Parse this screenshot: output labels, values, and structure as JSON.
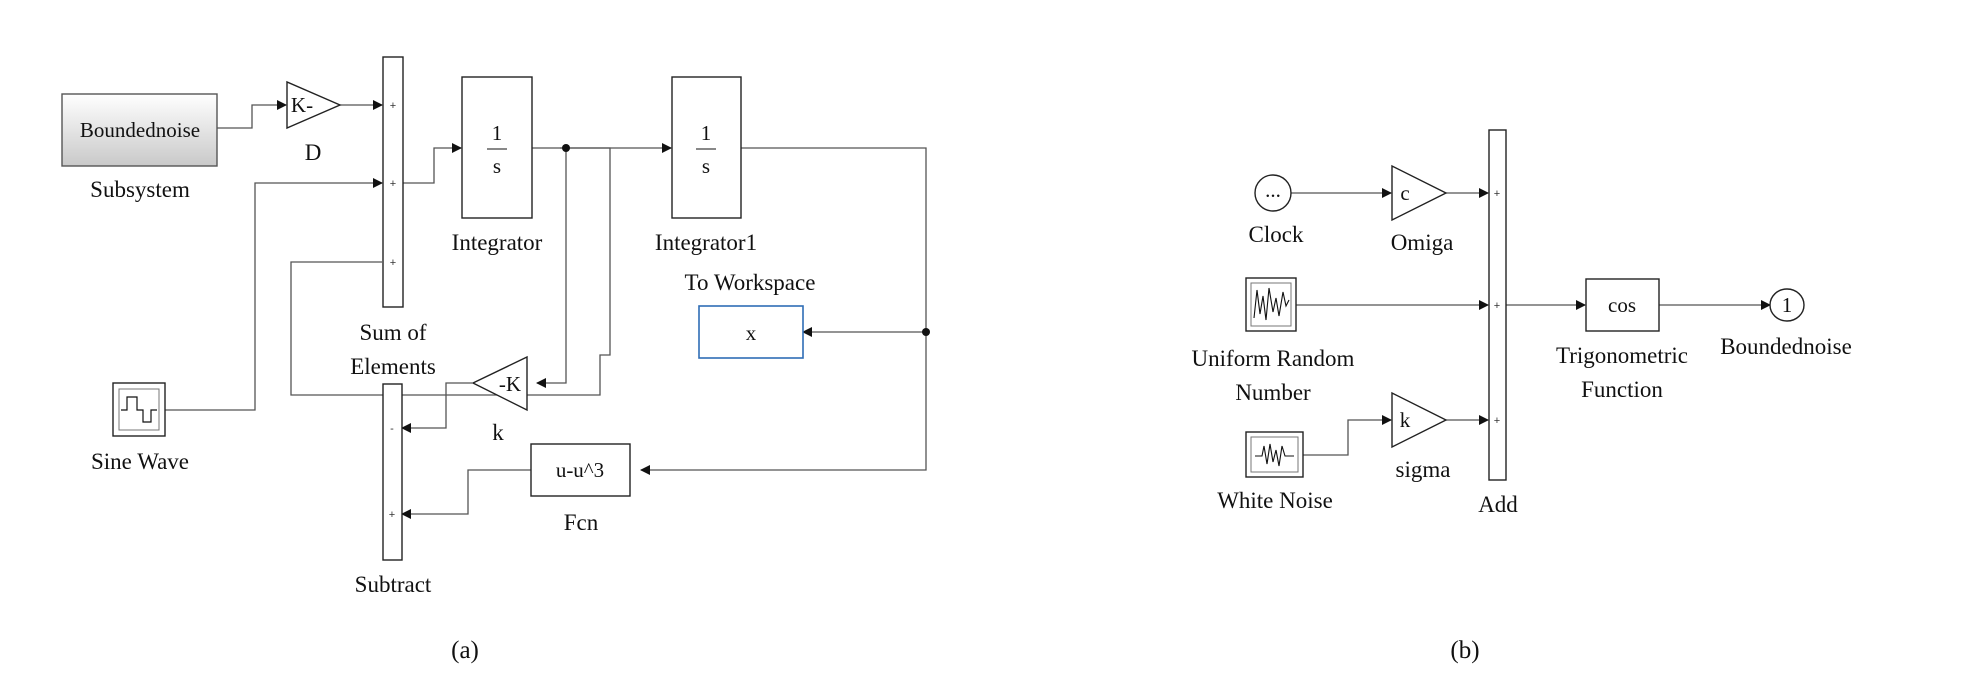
{
  "panel_a": {
    "caption": "(a)",
    "subsystem": {
      "block_text": "Boundednoise",
      "label": "Subsystem"
    },
    "gain_d": {
      "block_text": "K-",
      "label": "D"
    },
    "sum": {
      "label_line1": "Sum of",
      "label_line2": "Elements",
      "signs": [
        "+",
        "+",
        "+"
      ]
    },
    "sine": {
      "label": "Sine Wave"
    },
    "integrator": {
      "num": "1",
      "den": "s",
      "label": "Integrator"
    },
    "integrator1": {
      "num": "1",
      "den": "s",
      "label": "Integrator1"
    },
    "to_workspace": {
      "block_text": "x",
      "label": "To Workspace"
    },
    "gain_k": {
      "block_text": "-K",
      "label": "k"
    },
    "subtract": {
      "label": "Subtract",
      "signs": [
        "-",
        "+"
      ]
    },
    "fcn": {
      "block_text": "u-u^3",
      "label": "Fcn"
    }
  },
  "panel_b": {
    "caption": "(b)",
    "clock": {
      "block_text": "...",
      "label": "Clock"
    },
    "omiga": {
      "block_text": "c",
      "label": "Omiga"
    },
    "uniform": {
      "label_line1": "Uniform Random",
      "label_line2": "Number"
    },
    "white_noise": {
      "label": "White Noise"
    },
    "sigma": {
      "block_text": "k",
      "label": "sigma"
    },
    "add": {
      "label": "Add",
      "signs": [
        "+",
        "+",
        "+"
      ]
    },
    "trig": {
      "block_text": "cos",
      "label_line1": "Trigonometric",
      "label_line2": "Function"
    },
    "outport": {
      "block_text": "1",
      "label": "Boundednoise"
    }
  }
}
